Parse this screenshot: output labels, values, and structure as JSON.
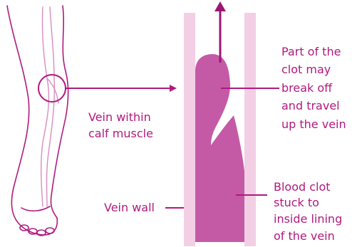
{
  "labels": {
    "vein_within_calf_line1": "Vein within",
    "vein_within_calf_line2": "calf muscle",
    "vein_wall": "Vein wall",
    "break_off_line1": "Part of the",
    "break_off_line2": "clot may",
    "break_off_line3": "break off",
    "break_off_line4": "and travel",
    "break_off_line5": "up the vein",
    "stuck_line1": "Blood clot",
    "stuck_line2": "stuck to",
    "stuck_line3": "inside lining",
    "stuck_line4": "of the vein"
  },
  "colors": {
    "leg_outline": "#b0197e",
    "leg_veins": "#d98cc0",
    "vein_wall": "#f2cfe5",
    "clot": "#c45aa6",
    "text": "#b0197e"
  }
}
